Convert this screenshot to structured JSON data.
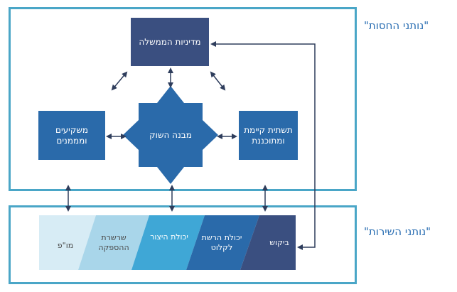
{
  "labels": {
    "suppliers_frame": "\"נותני החסות\"",
    "services_frame": "\"נותני השירות\""
  },
  "nodes": {
    "government": "מדיניות הממשלה",
    "businesses": "משקיעים ומממנים",
    "market": "מבנה השוק",
    "infrastructure": "תשתית קיימת ומתוכננת"
  },
  "chain": [
    {
      "label": "ביקוש",
      "color": "#3a4f80",
      "text_color": "#ffffff"
    },
    {
      "label": "יכולת הרשת לקלוט",
      "color": "#2a6aaa",
      "text_color": "#ffffff"
    },
    {
      "label": "יכולת היצור",
      "color": "#3fa7d6",
      "text_color": "#ffffff"
    },
    {
      "label": "שרשרת ההספקה",
      "color": "#a9d6ea",
      "text_color": "#4a4a4a"
    },
    {
      "label": "מו\"פ",
      "color": "#d7ecf5",
      "text_color": "#4a4a4a"
    }
  ],
  "colors": {
    "frame": "#4aa6c7",
    "arrow": "#2e3d5c",
    "star": "#2a6aaa"
  }
}
